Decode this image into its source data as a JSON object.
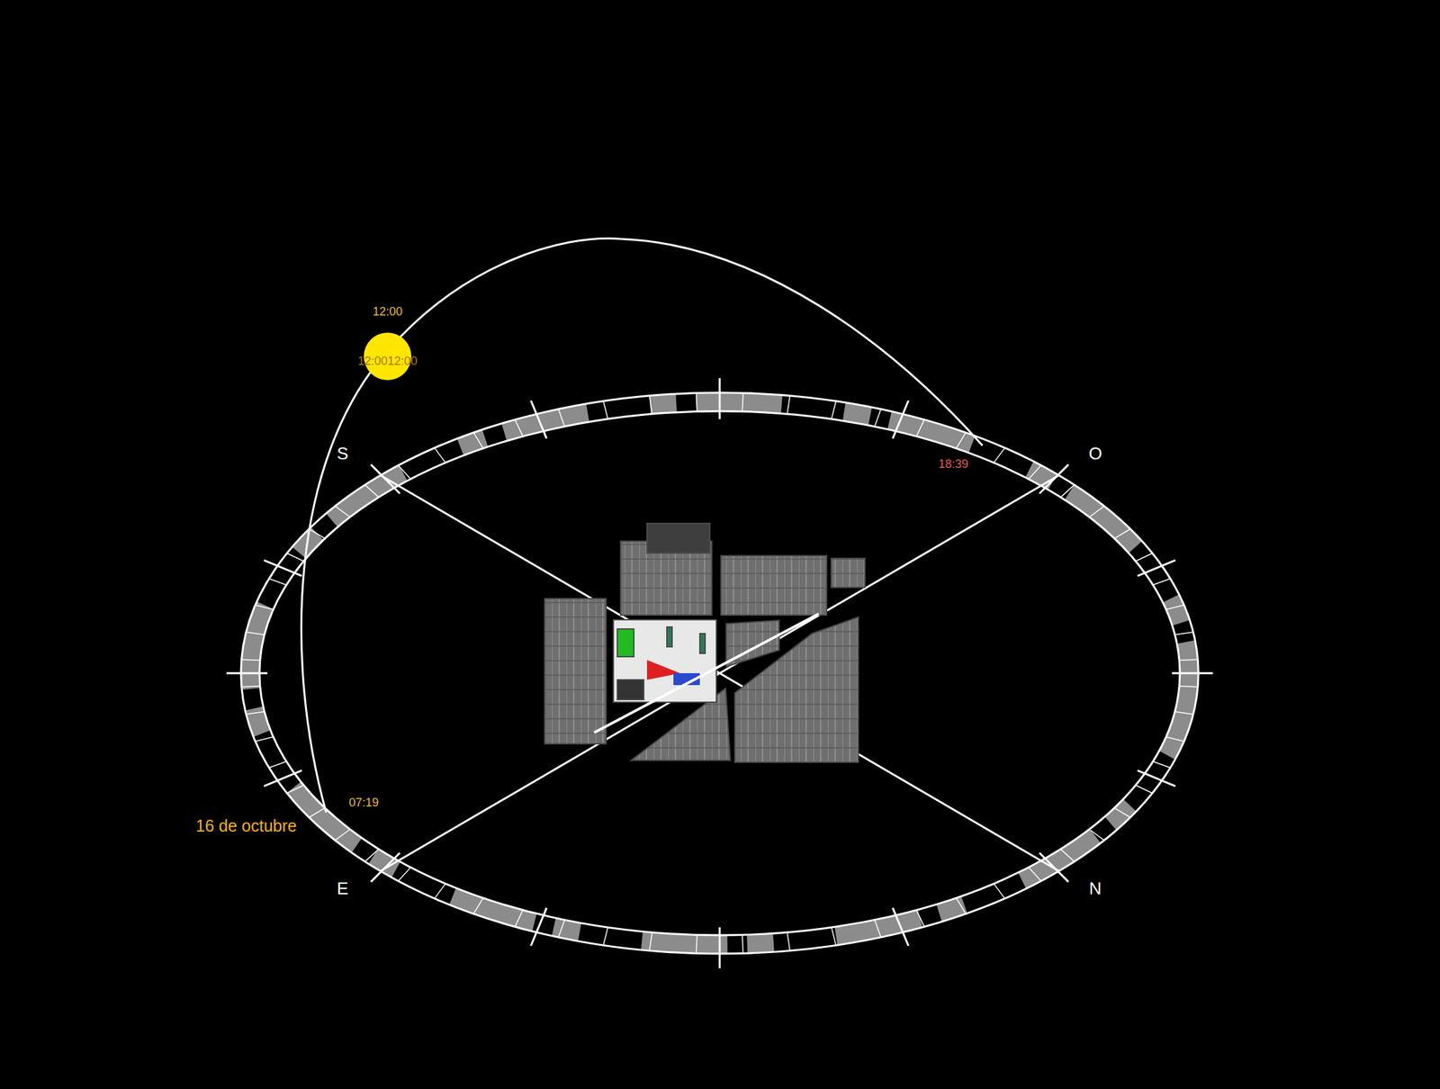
{
  "diagram": {
    "labels": [
      "12:00",
      "12:0012:00",
      "S",
      "O",
      "18:39",
      "E",
      "N",
      "07:19",
      "16 de octubre"
    ]
  }
}
